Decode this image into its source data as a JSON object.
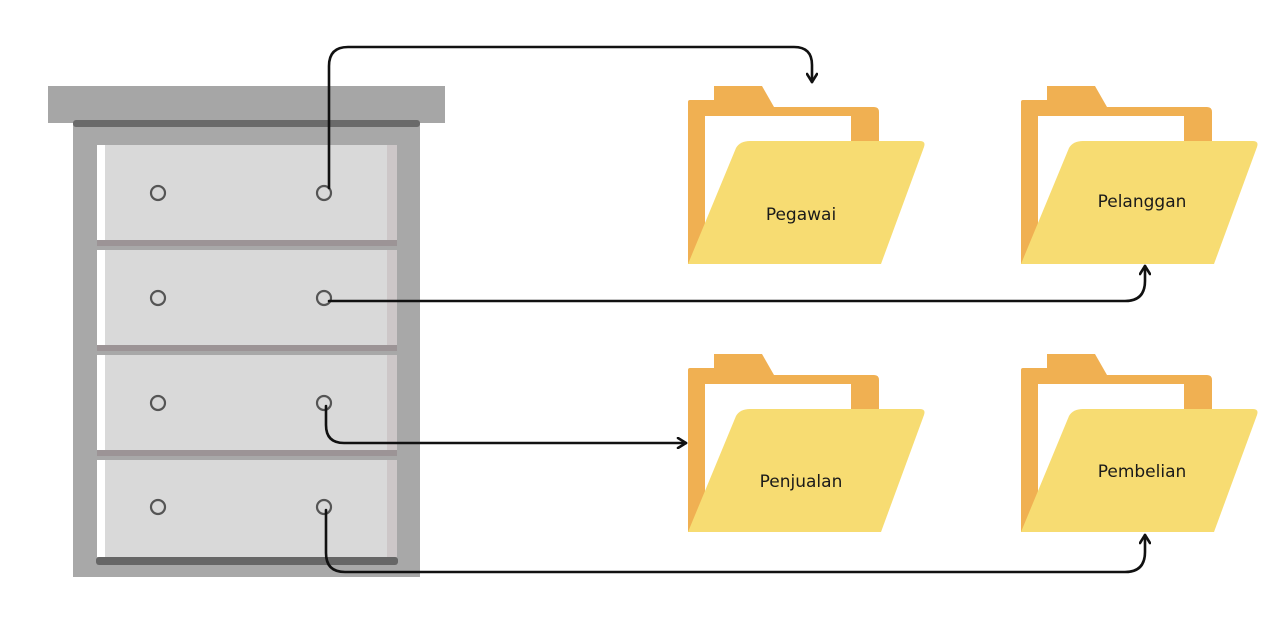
{
  "diagram": {
    "cabinet": {
      "name": "filing-cabinet",
      "drawer_count": 4
    },
    "folders": [
      {
        "id": "pegawai",
        "label": "Pegawai"
      },
      {
        "id": "pelanggan",
        "label": "Pelanggan"
      },
      {
        "id": "penjualan",
        "label": "Penjualan"
      },
      {
        "id": "pembelian",
        "label": "Pembelian"
      }
    ],
    "connections": [
      {
        "from_drawer": 1,
        "to_folder": "pegawai"
      },
      {
        "from_drawer": 2,
        "to_folder": "pelanggan"
      },
      {
        "from_drawer": 3,
        "to_folder": "penjualan"
      },
      {
        "from_drawer": 4,
        "to_folder": "pembelian"
      }
    ],
    "colors": {
      "cabinet_top": "#a6a6a6",
      "cabinet_body": "#a8a8a8",
      "drawer_face": "#d9d9d9",
      "drawer_separator": "#9c9496",
      "folder_back": "#f0b052",
      "folder_front": "#f7dc72",
      "folder_paper": "#ffffff",
      "arrow": "#111111"
    }
  }
}
